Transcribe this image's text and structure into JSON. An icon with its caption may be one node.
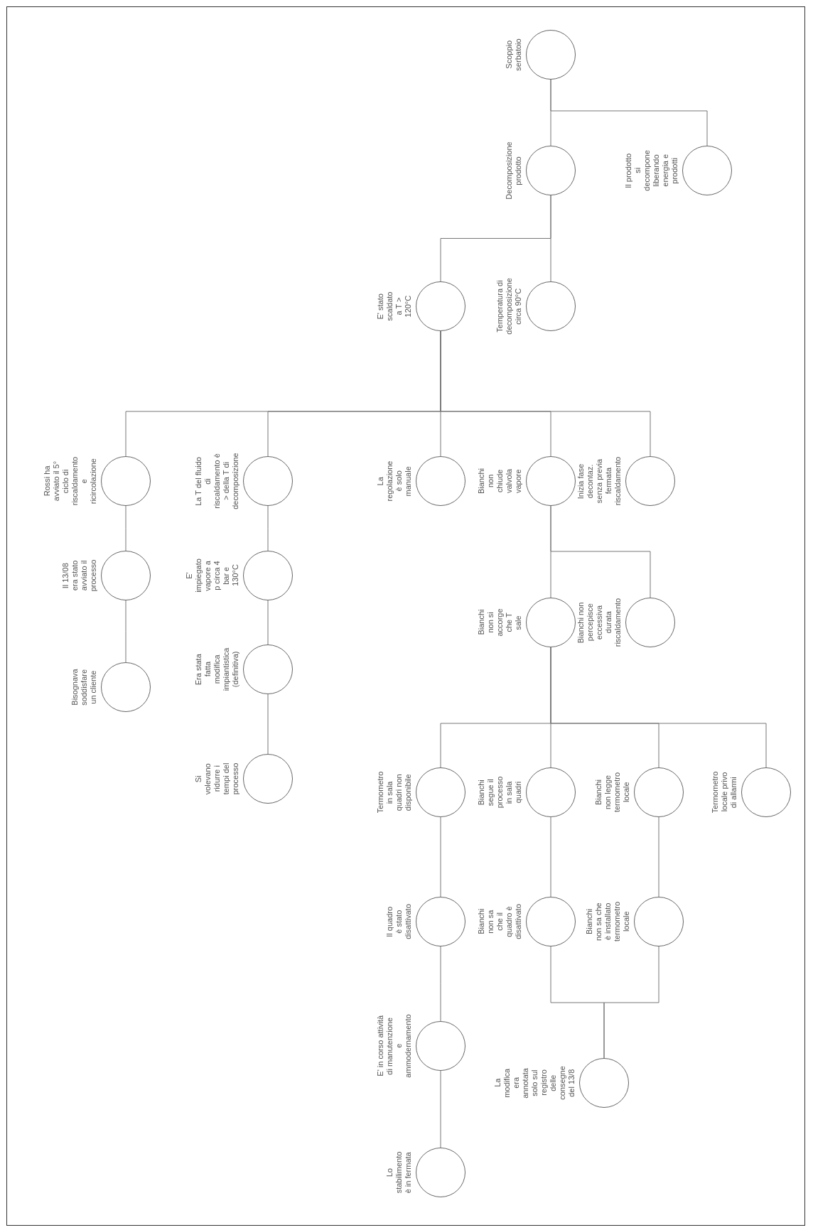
{
  "diagram": {
    "nodes": [
      {
        "text": [
          "Scoppio serbatoio"
        ]
      },
      {
        "text": [
          "Decomposizione prodotto"
        ]
      },
      {
        "text": [
          "Il prodotto si decompone liberando energia e prodotti"
        ]
      },
      {
        "text": [
          "E' stato scaldato a T > 120°C"
        ]
      },
      {
        "text": [
          "Temperatura di decomposizione circa 90°C"
        ]
      },
      {
        "text": [
          "Rossi ha avviato il 5° ciclo di riscaldamento e ricircolazione"
        ]
      },
      {
        "text": [
          "La T del fluido di riscaldamento è > della T di decomposizione"
        ]
      },
      {
        "text": [
          "La regolazione è solo manuale"
        ]
      },
      {
        "text": [
          "Bianchi non chiude valvola vapore"
        ]
      },
      {
        "text": [
          "Inizia fase decontaz. senza previa fermata riscaldamento"
        ]
      },
      {
        "text": [
          "Il 13/08 era stato avviato il processo"
        ]
      },
      {
        "text": [
          "E' impiegato vapore a p circa 4 bar e 130°C"
        ]
      },
      {
        "text": [
          "Bisognava soddisfare un cliente"
        ]
      },
      {
        "text": [
          "Era stata fatta modifica impiantistica (definitiva)"
        ]
      },
      {
        "text": [
          "Si volevano ridurre i tempi del processo"
        ]
      },
      {
        "text": [
          "Bianchi non si accorge che T sale"
        ]
      },
      {
        "text": [
          "Bianchi non percepisce eccessiva durata riscaldamento"
        ]
      },
      {
        "text": [
          "Termometro in sala quadri non disponibile"
        ]
      },
      {
        "text": [
          "Bianchi segue il processo in sala quadri"
        ]
      },
      {
        "text": [
          "Bianchi non legge termometro locale"
        ]
      },
      {
        "text": [
          "Termometro locale privo di allarmi"
        ]
      },
      {
        "text": [
          "Il quadro è stato disattivato"
        ]
      },
      {
        "text": [
          "Bianchi non sa che il quadro è disattivato"
        ]
      },
      {
        "text": [
          "Bianchi non sa che è installato termometro locale"
        ]
      },
      {
        "text": [
          "E' in corso attività di manutenzione e ammodernamento"
        ]
      },
      {
        "text": [
          "Lo stabilimento è in fermata"
        ]
      },
      {
        "text": [
          "La modifica era annotata solo sul registro delle consegne del 13/8"
        ]
      }
    ],
    "edges": [
      {
        "from": 0,
        "to": 1,
        "arrow": "none"
      },
      {
        "from": 0,
        "to": 2,
        "arrow": "none"
      },
      {
        "from": 1,
        "to": 3,
        "arrow": "none"
      },
      {
        "from": 1,
        "to": 4,
        "arrow": "none"
      },
      {
        "from": 3,
        "to": 5,
        "arrow": "none"
      },
      {
        "from": 3,
        "to": 6,
        "arrow": "none"
      },
      {
        "from": 3,
        "to": 7,
        "arrow": "none"
      },
      {
        "from": 3,
        "to": 8,
        "arrow": "none"
      },
      {
        "from": 3,
        "to": 9,
        "arrow": "none"
      },
      {
        "from": 5,
        "to": 10,
        "arrow": "none"
      },
      {
        "from": 10,
        "to": 12,
        "arrow": "none"
      },
      {
        "from": 6,
        "to": 11,
        "arrow": "none"
      },
      {
        "from": 11,
        "to": 13,
        "arrow": "none"
      },
      {
        "from": 13,
        "to": 14,
        "arrow": "none"
      },
      {
        "from": 8,
        "to": 15,
        "arrow": "none"
      },
      {
        "from": 8,
        "to": 16,
        "arrow": "none"
      },
      {
        "from": 15,
        "to": 17,
        "arrow": "none"
      },
      {
        "from": 15,
        "to": 18,
        "arrow": "none"
      },
      {
        "from": 15,
        "to": 19,
        "arrow": "none"
      },
      {
        "from": 15,
        "to": 20,
        "arrow": "none"
      },
      {
        "from": 17,
        "to": 21,
        "arrow": "none"
      },
      {
        "from": 21,
        "to": 24,
        "arrow": "none"
      },
      {
        "from": 24,
        "to": 25,
        "arrow": "none"
      },
      {
        "from": 18,
        "to": 22,
        "arrow": "none"
      },
      {
        "from": 19,
        "to": 23,
        "arrow": "none"
      },
      {
        "from": 22,
        "to": 26,
        "arrow": "none"
      },
      {
        "from": 23,
        "to": 26,
        "arrow": "none"
      }
    ]
  }
}
